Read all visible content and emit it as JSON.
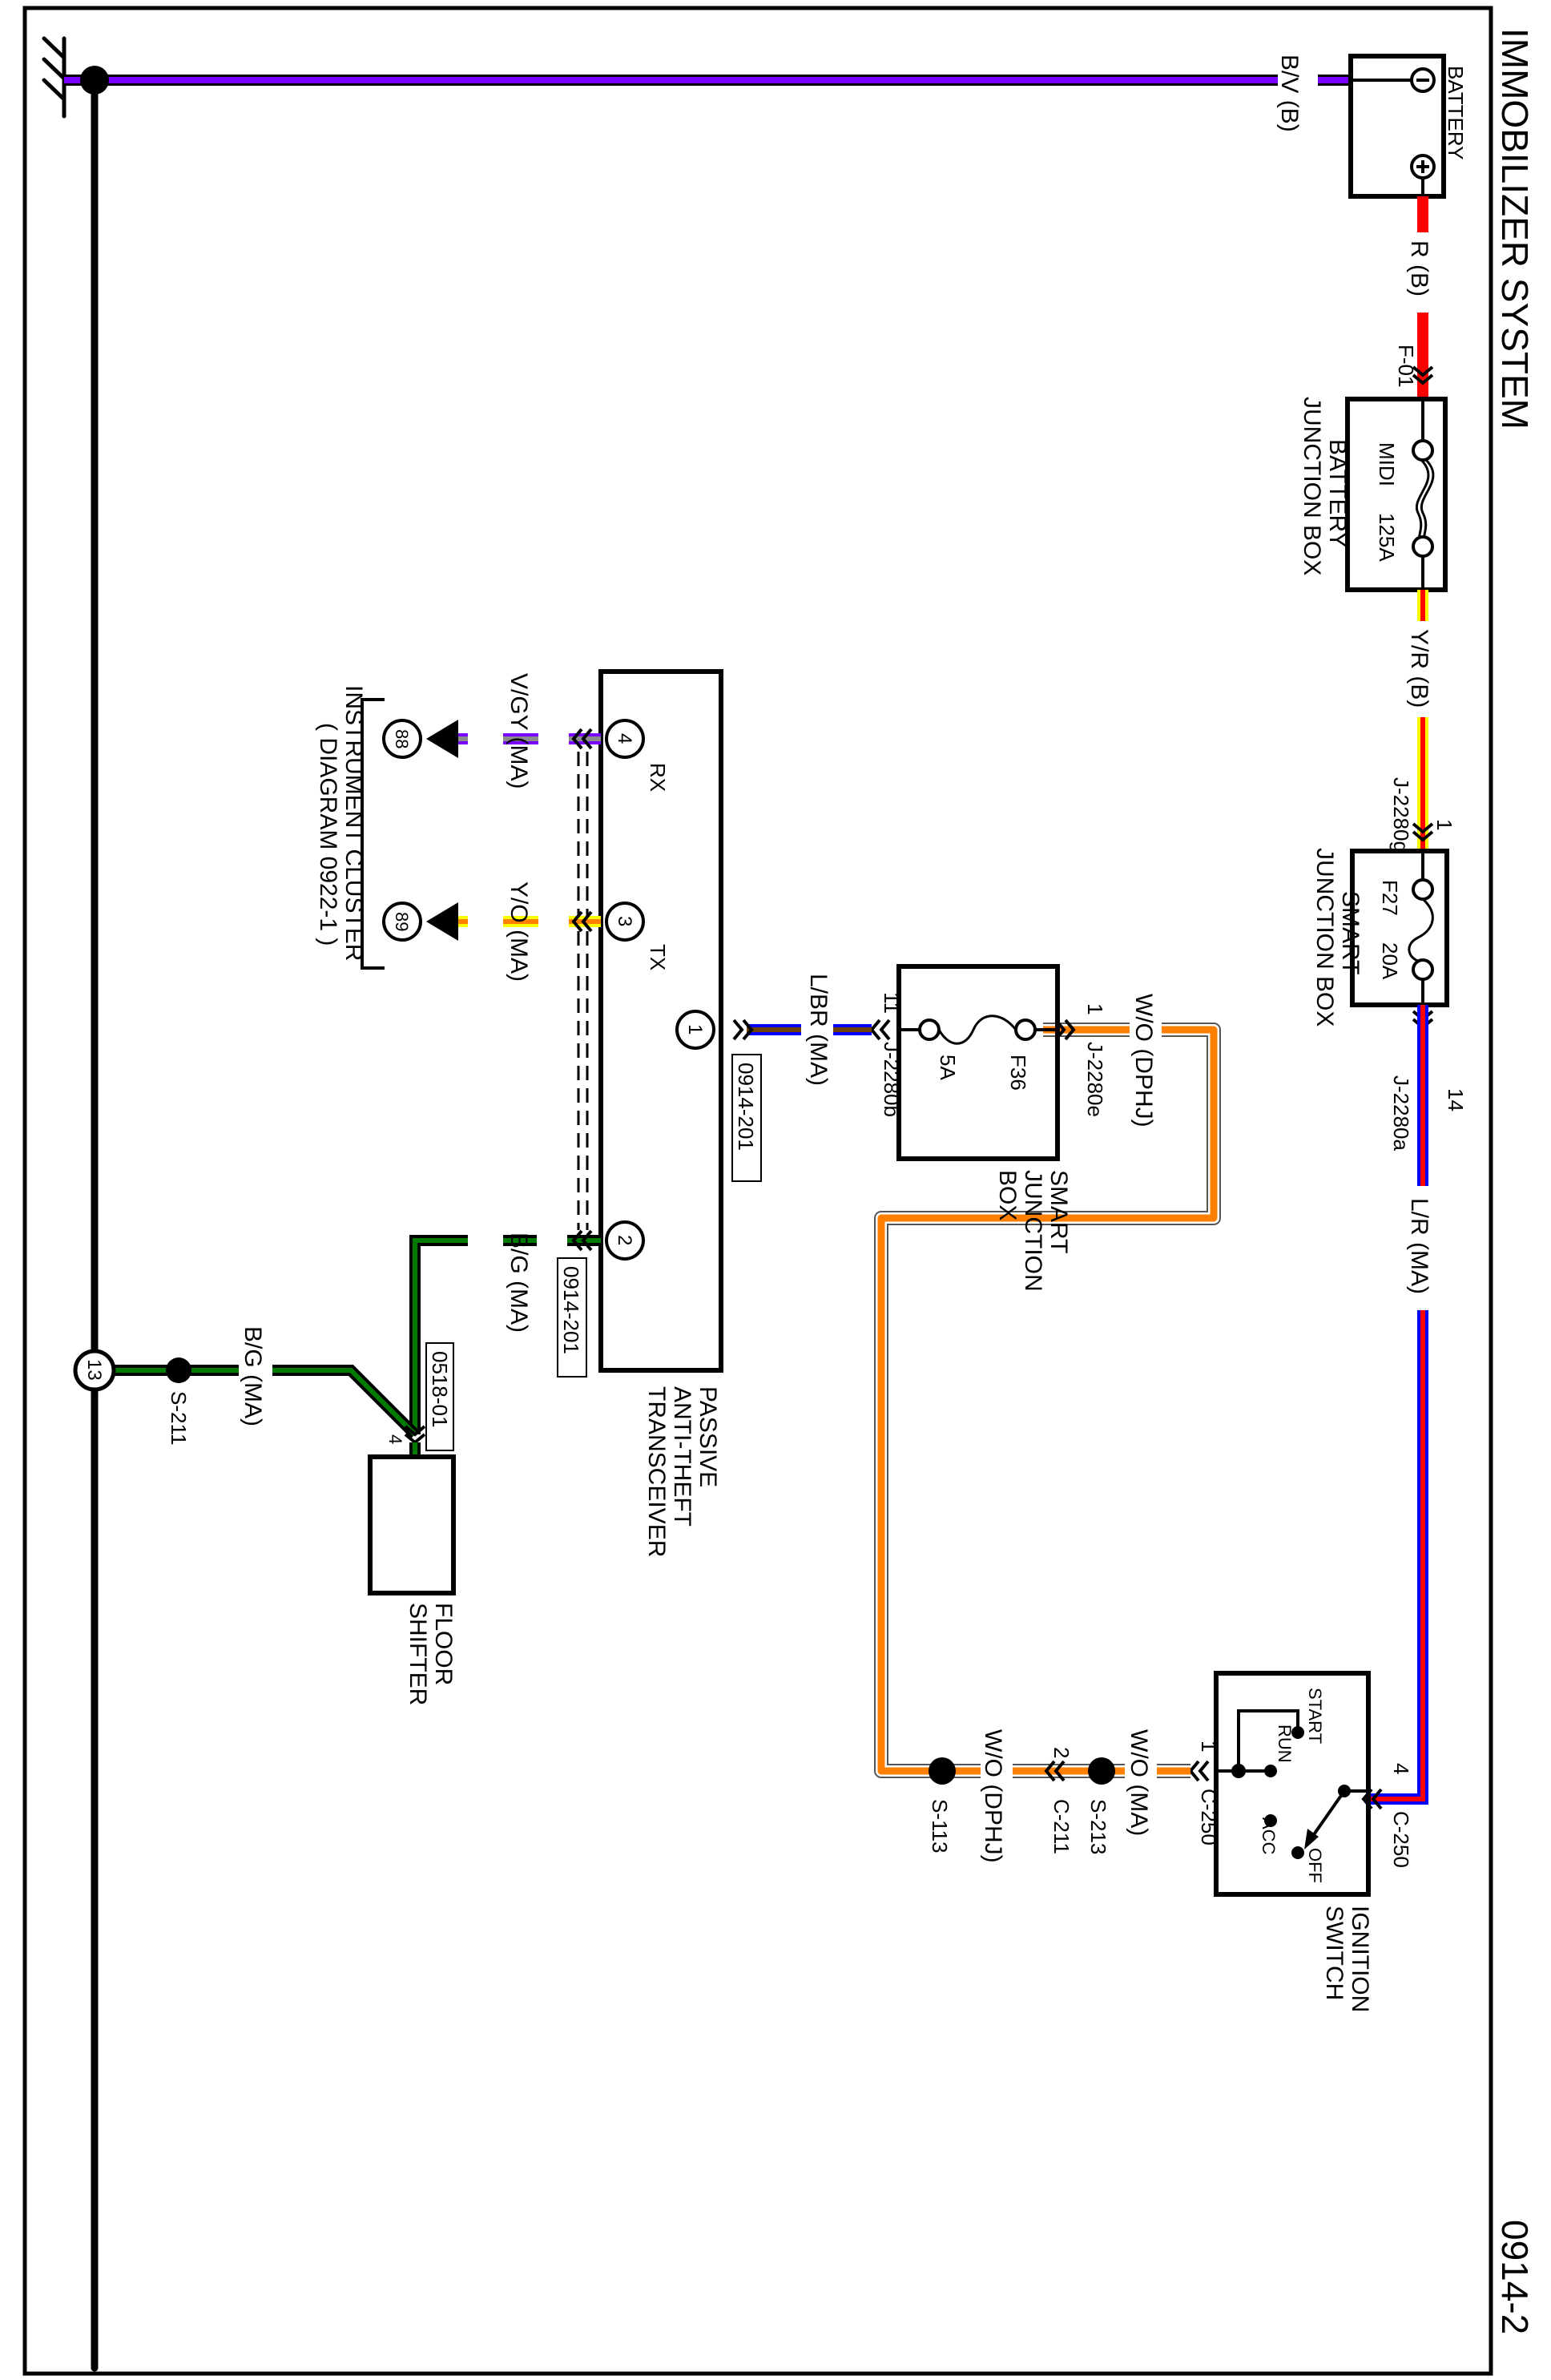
{
  "page": {
    "title": "IMMOBILIZER SYSTEM",
    "page_number": "0914-2"
  },
  "colors": {
    "red": "#ff0000",
    "blue": "#0000ff",
    "violet": "#7a00ff",
    "yellow": "#ffff00",
    "orange": "#ff8000",
    "brown": "#6e3f00",
    "green": "#007a00",
    "gray": "#8c8c8c",
    "black": "#000000"
  },
  "components": {
    "battery": {
      "label": "BATTERY",
      "neg": "−",
      "pos": "+"
    },
    "battery_jb": {
      "label1": "BATTERY",
      "label2": "JUNCTION BOX",
      "fuse_name": "MIDI",
      "fuse_rating": "125A",
      "connector": "F-01"
    },
    "smart_jb_top": {
      "label1": "SMART",
      "label2": "JUNCTION BOX",
      "fuse_name": "F27",
      "fuse_rating": "20A",
      "conn_in": "J-2280g",
      "pin_in": "1",
      "conn_out": "J-2280a",
      "pin_out": "14"
    },
    "smart_jb_mid": {
      "label1": "SMART",
      "label2": "JUNCTION",
      "label3": "BOX",
      "fuse_name": "F36",
      "fuse_rating": "5A",
      "conn_in": "J-2280e",
      "pin_in": "1",
      "conn_out": "J-2280b",
      "pin_out": "11"
    },
    "ignition_switch": {
      "label1": "IGNITION",
      "label2": "SWITCH",
      "pos_start": "START",
      "pos_run": "RUN",
      "pos_acc": "ACC",
      "pos_off": "OFF",
      "conn_in": "C-250",
      "pin_in": "4",
      "conn_out": "C-250",
      "pin_out": "1"
    },
    "transceiver": {
      "label1": "PASSIVE",
      "label2": "ANTI-THEFT",
      "label3": "TRANSCEIVER",
      "pin_rx": "4",
      "rx": "RX",
      "pin_tx": "3",
      "tx": "TX",
      "pin_pwr": "1",
      "pin_gnd": "2",
      "ref_pwr": "0914-201",
      "ref_gnd": "0914-201"
    },
    "instrument_cluster": {
      "label1": "INSTRUMENT CLUSTER",
      "label2": "( DIAGRAM 0922-1 )",
      "pin_rx": "88",
      "pin_tx": "89"
    },
    "floor_shifter": {
      "label1": "FLOOR",
      "label2": "SHIFTER",
      "pin": "4",
      "ref": "0518-01"
    },
    "ground": {
      "point": "13"
    }
  },
  "wires": {
    "bv": "B/V (B)",
    "r": "R (B)",
    "yr": "Y/R (B)",
    "lr": "L/R (MA)",
    "wo_dphj_top": "W/O (DPHJ)",
    "wo_ma": "W/O (MA)",
    "wo_dphj_bottom": "W/O (DPHJ)",
    "lbr": "L/BR (MA)",
    "vgy": "V/GY (MA)",
    "yo": "Y/O (MA)",
    "bg_top": "B/G (MA)",
    "bg_bottom": "B/G (MA)"
  },
  "splices": {
    "s213": "S-213",
    "s113": "S-113",
    "s211": "S-211",
    "c211": "C-211",
    "c211_pin": "2"
  }
}
